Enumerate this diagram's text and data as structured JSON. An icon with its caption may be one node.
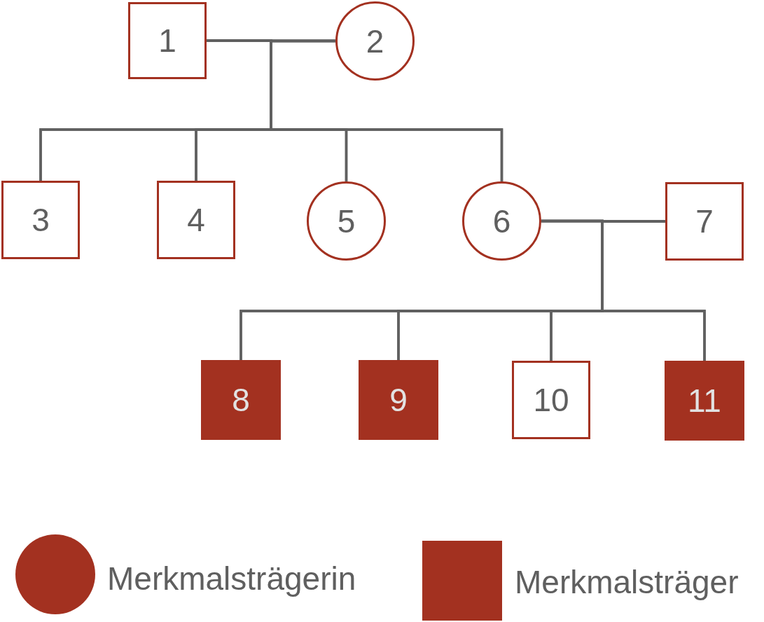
{
  "diagram": {
    "nodes": [
      {
        "text": [
          "1"
        ]
      },
      {
        "text": [
          "2"
        ]
      },
      {
        "text": [
          "3"
        ]
      },
      {
        "text": [
          "4"
        ]
      },
      {
        "text": [
          "5"
        ]
      },
      {
        "text": [
          "6"
        ]
      },
      {
        "text": [
          "7"
        ]
      },
      {
        "text": [
          "8"
        ]
      },
      {
        "text": [
          "9"
        ]
      },
      {
        "text": [
          "10"
        ]
      },
      {
        "text": [
          "11"
        ]
      }
    ],
    "edges": [
      {
        "from": 0,
        "to": 1,
        "arrow": "none"
      },
      {
        "from": 0,
        "to": 2,
        "arrow": "none"
      },
      {
        "from": 1,
        "to": 2,
        "arrow": "none"
      },
      {
        "from": 0,
        "to": 3,
        "arrow": "none"
      },
      {
        "from": 1,
        "to": 3,
        "arrow": "none"
      },
      {
        "from": 0,
        "to": 4,
        "arrow": "none"
      },
      {
        "from": 1,
        "to": 4,
        "arrow": "none"
      },
      {
        "from": 0,
        "to": 5,
        "arrow": "none"
      },
      {
        "from": 1,
        "to": 5,
        "arrow": "none"
      },
      {
        "from": 5,
        "to": 6,
        "arrow": "none"
      },
      {
        "from": 5,
        "to": 7,
        "arrow": "none"
      },
      {
        "from": 6,
        "to": 7,
        "arrow": "none"
      },
      {
        "from": 5,
        "to": 8,
        "arrow": "none"
      },
      {
        "from": 6,
        "to": 8,
        "arrow": "none"
      },
      {
        "from": 5,
        "to": 9,
        "arrow": "none"
      },
      {
        "from": 6,
        "to": 9,
        "arrow": "none"
      },
      {
        "from": 5,
        "to": 10,
        "arrow": "none"
      },
      {
        "from": 6,
        "to": 10,
        "arrow": "none"
      }
    ],
    "legend": [
      {
        "text": "Merkmalsträgerin",
        "color": "#a33120"
      },
      {
        "text": "Merkmalsträger",
        "color": "#a33120"
      }
    ]
  }
}
